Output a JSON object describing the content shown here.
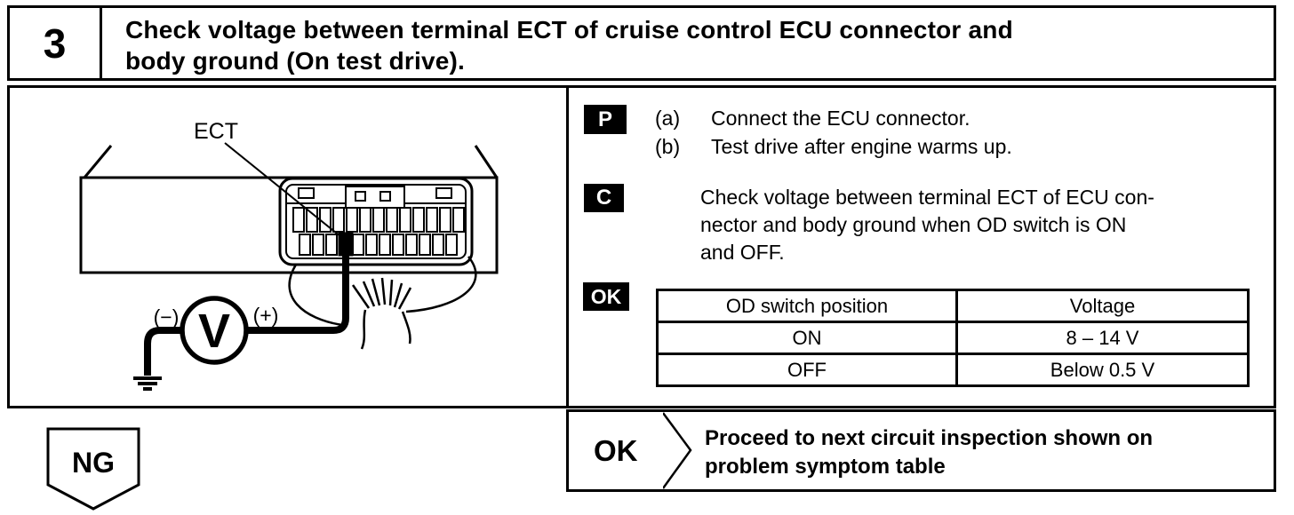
{
  "colors": {
    "ink": "#000000",
    "paper": "#ffffff"
  },
  "step": {
    "number": "3",
    "title_lines": [
      "Check voltage between terminal ECT of cruise control ECU connector and",
      "body ground (On test drive)."
    ]
  },
  "diagram": {
    "ect_label": "ECT",
    "voltmeter_symbol": "V",
    "negative_probe_label": "(−)",
    "positive_probe_label": "(+)"
  },
  "instructions": {
    "prepare_badge": "P",
    "prepare_items": [
      {
        "prefix": "(a)",
        "text": "Connect the ECU connector."
      },
      {
        "prefix": "(b)",
        "text": "Test drive after engine warms up."
      }
    ],
    "check_badge": "C",
    "check_lines": [
      "Check voltage between terminal ECT of ECU con-",
      "nector and body ground when OD switch is ON",
      "and OFF."
    ],
    "ok_badge": "OK"
  },
  "spec_table": {
    "headers": [
      "OD switch position",
      "Voltage"
    ],
    "rows": [
      [
        "ON",
        "8 – 14 V"
      ],
      [
        "OFF",
        "Below 0.5 V"
      ]
    ]
  },
  "results": {
    "ng_label": "NG",
    "ok_label": "OK",
    "ok_action_lines": [
      "Proceed to next circuit inspection shown on",
      "problem symptom table"
    ]
  }
}
